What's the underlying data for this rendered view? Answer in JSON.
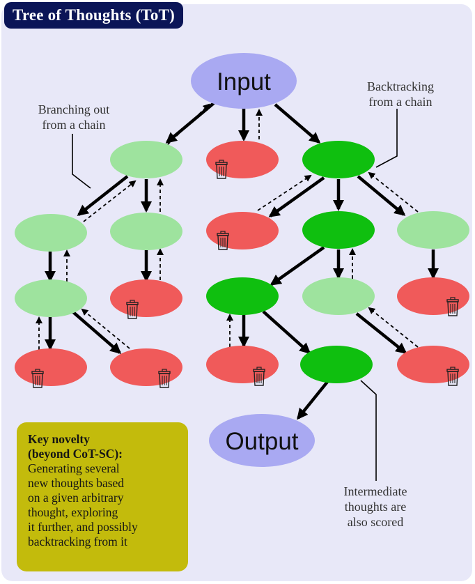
{
  "title": "Tree of Thoughts (ToT)",
  "nodes": {
    "input": "Input",
    "output": "Output"
  },
  "annotations": {
    "branching_line1": "Branching out",
    "branching_line2": "from a chain",
    "backtracking_line1": "Backtracking",
    "backtracking_line2": "from a chain",
    "intermediate_line1": "Intermediate",
    "intermediate_line2": "thoughts are",
    "intermediate_line3": "also scored"
  },
  "novelty": {
    "heading_line1": "Key novelty",
    "heading_line2": "(beyond CoT-SC):",
    "body_lines": [
      "Generating several",
      "new thoughts based",
      "on a given arbitrary",
      "thought, exploring",
      "it further, and possibly",
      "backtracking from it"
    ]
  },
  "colors": {
    "panel": "#e8e8f8",
    "title_bg": "#0b1557",
    "io_node": "#a9a9f2",
    "thought_light": "#9ee39e",
    "thought_dark": "#0fbf0f",
    "discarded": "#f05a5a",
    "novelty_bg": "#c3bb0c"
  },
  "icons": {
    "discarded_marker": "trash-icon"
  }
}
